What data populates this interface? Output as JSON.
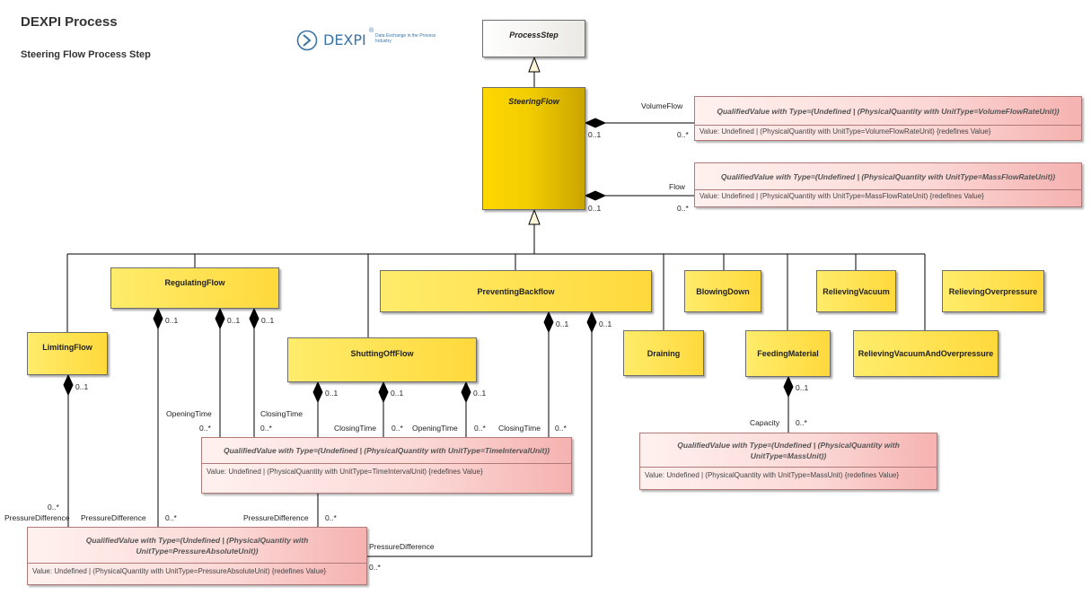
{
  "header": {
    "title": "DEXPI Process",
    "subtitle": "Steering Flow Process Step"
  },
  "logo": {
    "word": "DEXPI",
    "reg": "®",
    "tagline": "Data Exchange in the Process Industry"
  },
  "classes": {
    "process_step": "ProcessStep",
    "steering_flow": "SteeringFlow",
    "regulating_flow": "RegulatingFlow",
    "preventing_backflow": "PreventingBackflow",
    "blowing_down": "BlowingDown",
    "relieving_vacuum": "RelievingVacuum",
    "relieving_overpressure": "RelievingOverpressure",
    "limiting_flow": "LimitingFlow",
    "shutting_off_flow": "ShuttingOffFlow",
    "draining": "Draining",
    "feeding_material": "FeedingMaterial",
    "relieving_vacuum_and_overpressure": "RelievingVacuumAndOverpressure"
  },
  "qualified_values": {
    "volume_flow_rate": {
      "title": "QualifiedValue with Type=(Undefined | (PhysicalQuantity with UnitType=VolumeFlowRateUnit))",
      "value": "Value: Undefined | (PhysicalQuantity with UnitType=VolumeFlowRateUnit) {redefines Value}"
    },
    "mass_flow_rate": {
      "title": "QualifiedValue with Type=(Undefined | (PhysicalQuantity with UnitType=MassFlowRateUnit))",
      "value": "Value: Undefined | (PhysicalQuantity with UnitType=MassFlowRateUnit) {redefines Value}"
    },
    "time_interval": {
      "title": "QualifiedValue with Type=(Undefined | (PhysicalQuantity with UnitType=TimeIntervalUnit))",
      "value": "Value: Undefined | (PhysicalQuantity with UnitType=TimeIntervalUnit) {redefines Value}"
    },
    "mass": {
      "title": "QualifiedValue with Type=(Undefined | (PhysicalQuantity with UnitType=MassUnit))",
      "value": "Value: Undefined | (PhysicalQuantity with UnitType=MassUnit) {redefines Value}"
    },
    "pressure_absolute": {
      "title": "QualifiedValue with Type=(Undefined | (PhysicalQuantity with UnitType=PressureAbsoluteUnit))",
      "value": "Value: Undefined | (PhysicalQuantity with UnitType=PressureAbsoluteUnit) {redefines Value}"
    }
  },
  "labels": {
    "volume_flow": "VolumeFlow",
    "flow": "Flow",
    "opening_time": "OpeningTime",
    "closing_time": "ClosingTime",
    "capacity": "Capacity",
    "pressure_difference": "PressureDifference",
    "mult_01": "0..1",
    "mult_0n": "0..*"
  }
}
